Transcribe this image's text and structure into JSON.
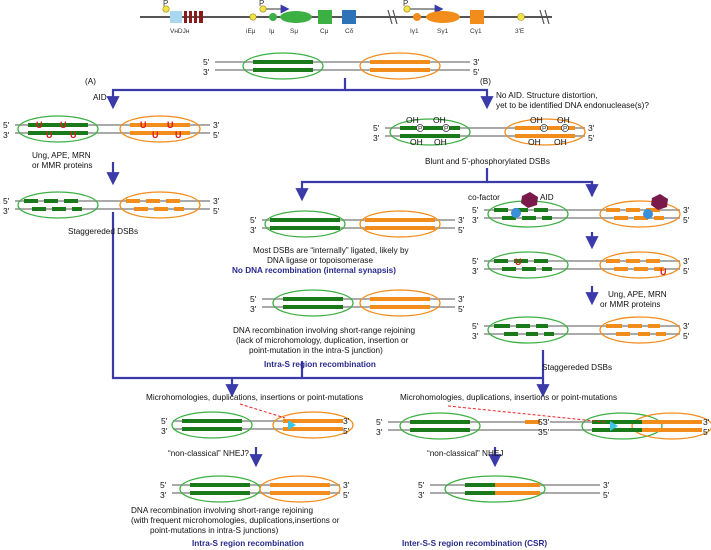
{
  "gene_locus": {
    "switch": "P",
    "vdj": "VʜDJʜ",
    "segments": [
      "iEμ",
      "Iμ",
      "Sμ",
      "Cμ",
      "Cδ",
      "Iγ1",
      "Sγ1",
      "Cγ1",
      "3'E"
    ]
  },
  "labels": {
    "end5": "5'",
    "end3": "3'",
    "path_a": "(A)",
    "path_b": "(B)",
    "aid": "AID",
    "no_aid_1": "No AID. Structure distortion,",
    "no_aid_2": "yet to be identified DNA endonuclease(s)?",
    "ung_a_1": "Ung, APE, MRN",
    "ung_a_2": "or MMR proteins",
    "staggered": "Staggereded DSBs",
    "blunt": "Blunt and 5'-phosphorylated DSBs",
    "oh": "OH",
    "p": "P",
    "u": "U",
    "cofactor": "co-factor",
    "internal_1": "Most DSBs are “internally” ligated, likely by",
    "internal_2": "DNA ligase or topoisomerase",
    "no_recomb": "No DNA recombination (internal synapsis)",
    "short_1": "DNA recombination involving short-range rejoining",
    "short_2": "(lack of microhomology, duplication, insertion or",
    "short_3": "point-mutation in the intra-S junction)",
    "intra_s": "Intra-S region recombination",
    "ung_b_1": "Ung, APE, MRN",
    "ung_b_2": "or MMR proteins",
    "micro": "Microhomologies, duplications, insertions or point-mutations",
    "nhej_q": "“non-classical” NHEJ?",
    "nhej": "“non-classical” NHEJ",
    "final_1": "DNA recombination involving short-range rejoining",
    "final_2": "(with frequent microhomologies, duplications,insertions or",
    "final_3": "point-mutations in intra-S junctions)",
    "intra_s_final": "Intra-S region recombination",
    "inter_s_final": "Inter-S-S region recombination (CSR)"
  },
  "colors": {
    "green": "#1a7a1a",
    "orange": "#f28c1a",
    "arrow": "#3a3aa8",
    "ellipse_green": "#3cb043",
    "ellipse_orange": "#f28c1a"
  }
}
